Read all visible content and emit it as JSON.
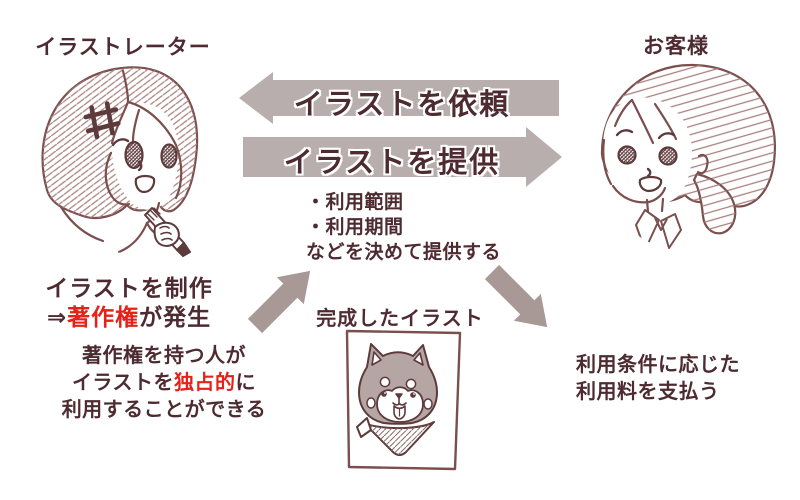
{
  "colors": {
    "text_dark": "#4d2b31",
    "text_red": "#e6211a",
    "arrow_horizontal": "#b8aeae",
    "arrow_diagonal": "#a89896",
    "line_art": "#7a4f4e",
    "line_art_dark": "#5d3a3c",
    "dog_fur": "#b5a6a4",
    "background": "#ffffff"
  },
  "actors": {
    "illustrator": {
      "label": "イラストレーター"
    },
    "customer": {
      "label": "お客様"
    }
  },
  "flows": {
    "request": {
      "label": "イラストを依頼",
      "direction": "right-to-left"
    },
    "provide": {
      "label": "イラストを提供",
      "direction": "left-to-right"
    }
  },
  "terms_box": {
    "line1": "・利用範囲",
    "line2": "・利用期間",
    "line3": "などを決めて提供する"
  },
  "illustrator_notes": {
    "headline1": "イラストを制作",
    "headline2_pre": "⇒",
    "headline2_red": "著作権",
    "headline2_post": "が発生",
    "detail1": "著作権を持つ人が",
    "detail2_pre": "イラストを",
    "detail2_red": "独占的",
    "detail2_post": "に",
    "detail3": "利用することができる"
  },
  "artwork": {
    "label": "完成したイラスト",
    "subject": "dog-illustration"
  },
  "customer_notes": {
    "line1": "利用条件に応じた",
    "line2": "利用料を支払う"
  }
}
